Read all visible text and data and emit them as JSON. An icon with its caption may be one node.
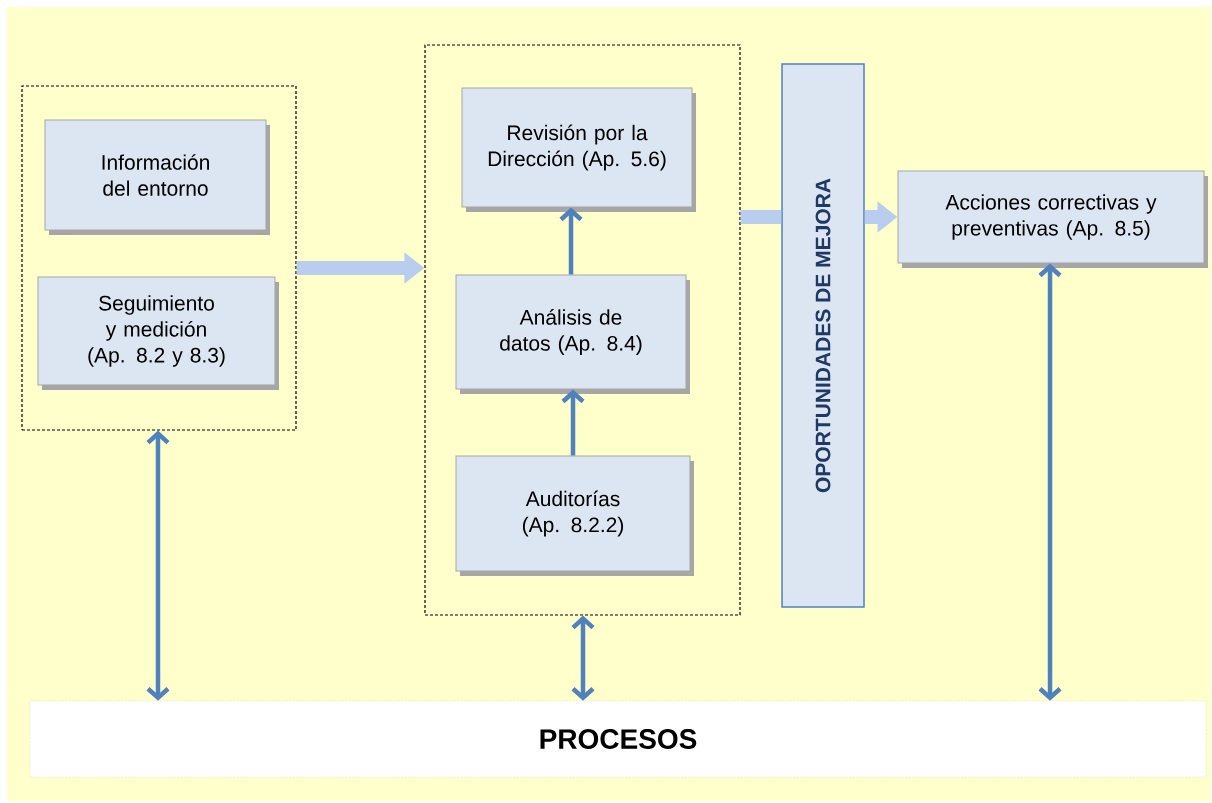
{
  "diagram": {
    "nodes": [
      {
        "text": [],
        "shape": "box"
      },
      {
        "text": [
          "Información del entorno"
        ],
        "in": 0
      },
      {
        "text": [
          "Seguimiento y medición (Ap. 8.2 y 8.3)"
        ],
        "in": 0
      },
      {
        "text": [],
        "shape": "box"
      },
      {
        "text": [
          "Revisión por la Dirección (Ap. 5.6)"
        ],
        "in": 3
      },
      {
        "text": [
          "Análisis de datos (Ap. 8.4)"
        ],
        "in": 3
      },
      {
        "text": [
          "Auditorías (Ap. 8.2.2)"
        ],
        "in": 3
      },
      {
        "text": [
          "OPORTUNIDADES DE MEJORA"
        ]
      },
      {
        "text": [
          "Acciones correctivas y preventivas (Ap. 8.5)"
        ]
      },
      {
        "text": [
          "PROCESOS"
        ]
      }
    ],
    "edges": [
      {
        "from": 0,
        "to": 3,
        "arrow": "to",
        "style": "thick",
        "color": "#b9cdee"
      },
      {
        "from": 3,
        "to": 7,
        "arrow": "none",
        "style": "thick",
        "color": "#b9cdee"
      },
      {
        "from": 7,
        "to": 8,
        "arrow": "to",
        "style": "thick",
        "color": "#b9cdee"
      },
      {
        "from": 5,
        "to": 4,
        "arrow": "to"
      },
      {
        "from": 6,
        "to": 5,
        "arrow": "to"
      },
      {
        "from": 0,
        "to": 9,
        "arrow": "both"
      },
      {
        "from": 3,
        "to": 9,
        "arrow": "both"
      },
      {
        "from": 8,
        "to": 9,
        "arrow": "both"
      }
    ]
  }
}
